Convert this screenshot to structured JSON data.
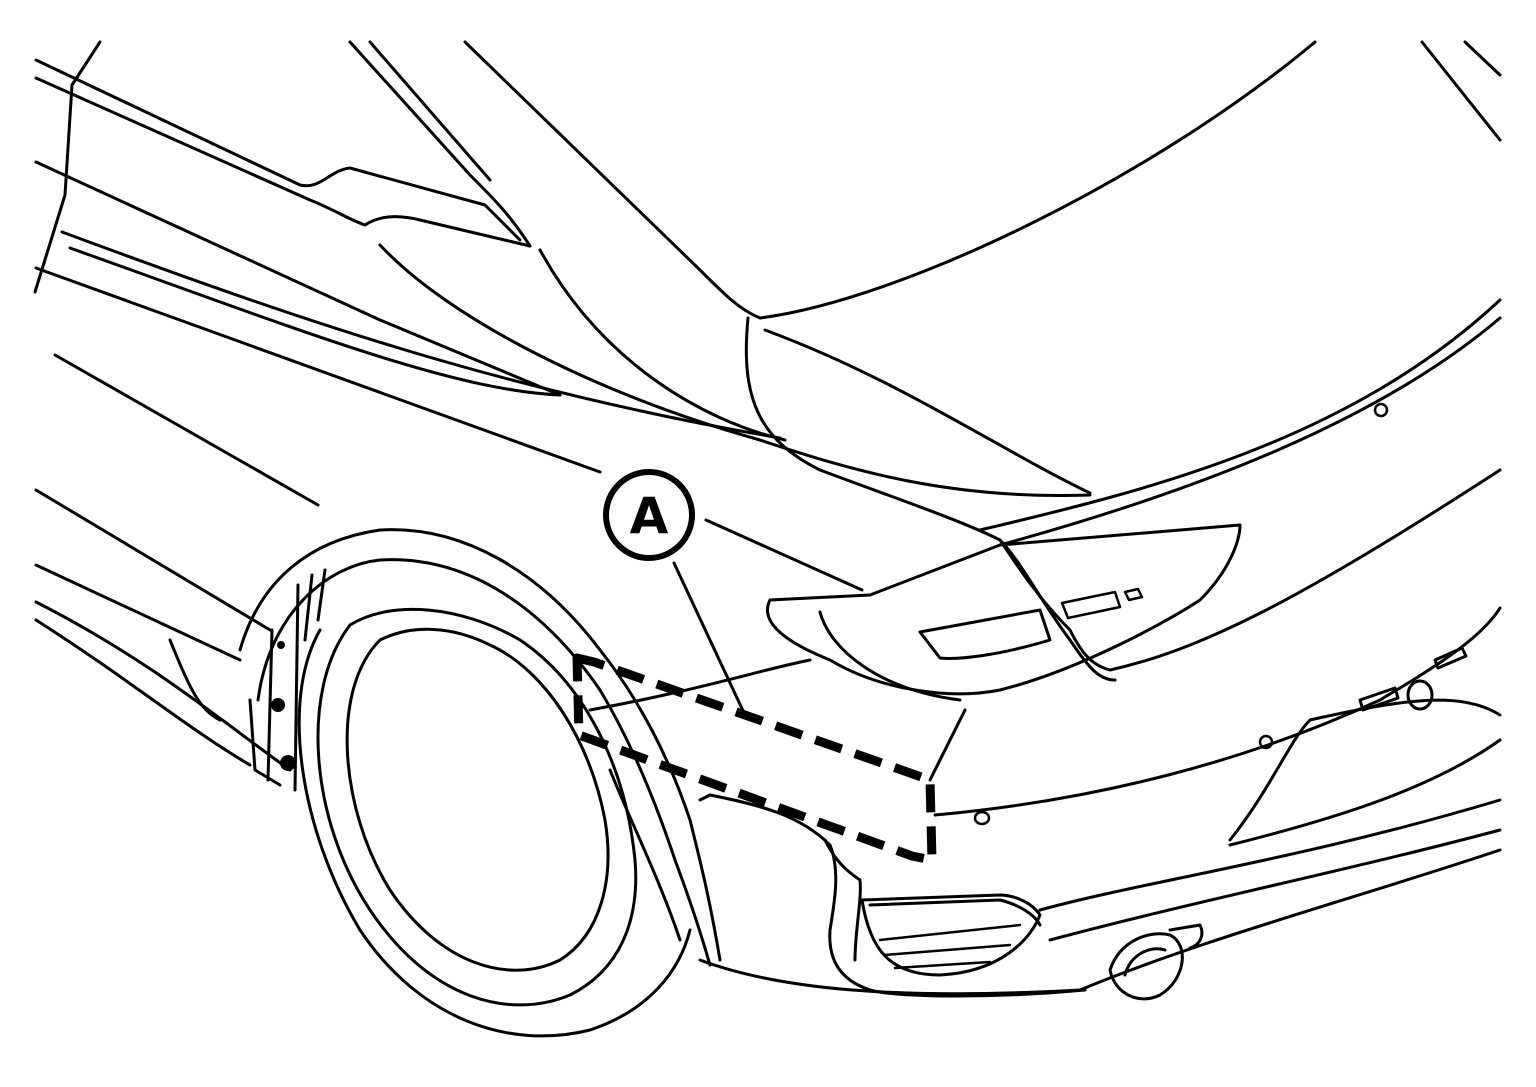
{
  "callout": {
    "label": "A"
  },
  "colors": {
    "stroke": "#000000",
    "background": "#ffffff"
  },
  "icons": {
    "callout": "circled-letter-callout",
    "highlight": "dashed-rectangle-marker"
  }
}
